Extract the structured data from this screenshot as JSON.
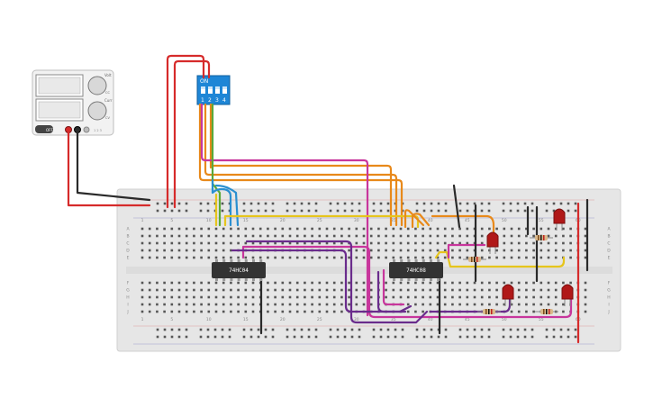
{
  "power_supply": {
    "knob1_label": "Volt",
    "knob2_label": "Curr",
    "knob1_sub": "CC",
    "knob2_sub": "CV",
    "off_label": "OFF",
    "model_label": "1 2 3"
  },
  "dip_switch": {
    "on_label": "ON",
    "positions": [
      "1",
      "2",
      "3",
      "4"
    ]
  },
  "chips": [
    {
      "label": "74HC04"
    },
    {
      "label": "74HC08"
    }
  ],
  "breadboard": {
    "column_numbers": [
      "1",
      "5",
      "10",
      "15",
      "20",
      "25",
      "30",
      "35",
      "40",
      "45",
      "50",
      "55",
      "60"
    ],
    "row_letters_top": [
      "A",
      "B",
      "C",
      "D",
      "E"
    ],
    "row_letters_bottom": [
      "F",
      "G",
      "H",
      "I",
      "J"
    ]
  },
  "colors": {
    "wire_red": "#d62b2b",
    "wire_black": "#2a2a2a",
    "wire_orange": "#e8891a",
    "wire_yellow": "#e6c51c",
    "wire_magenta": "#c8369c",
    "wire_purple": "#6a2c8c",
    "wire_blue": "#2a8fd0",
    "wire_green": "#5aa83a",
    "board": "#e8e8e8",
    "dip_body": "#1e86d6",
    "chip_body": "#333333",
    "led": "#b01818"
  }
}
